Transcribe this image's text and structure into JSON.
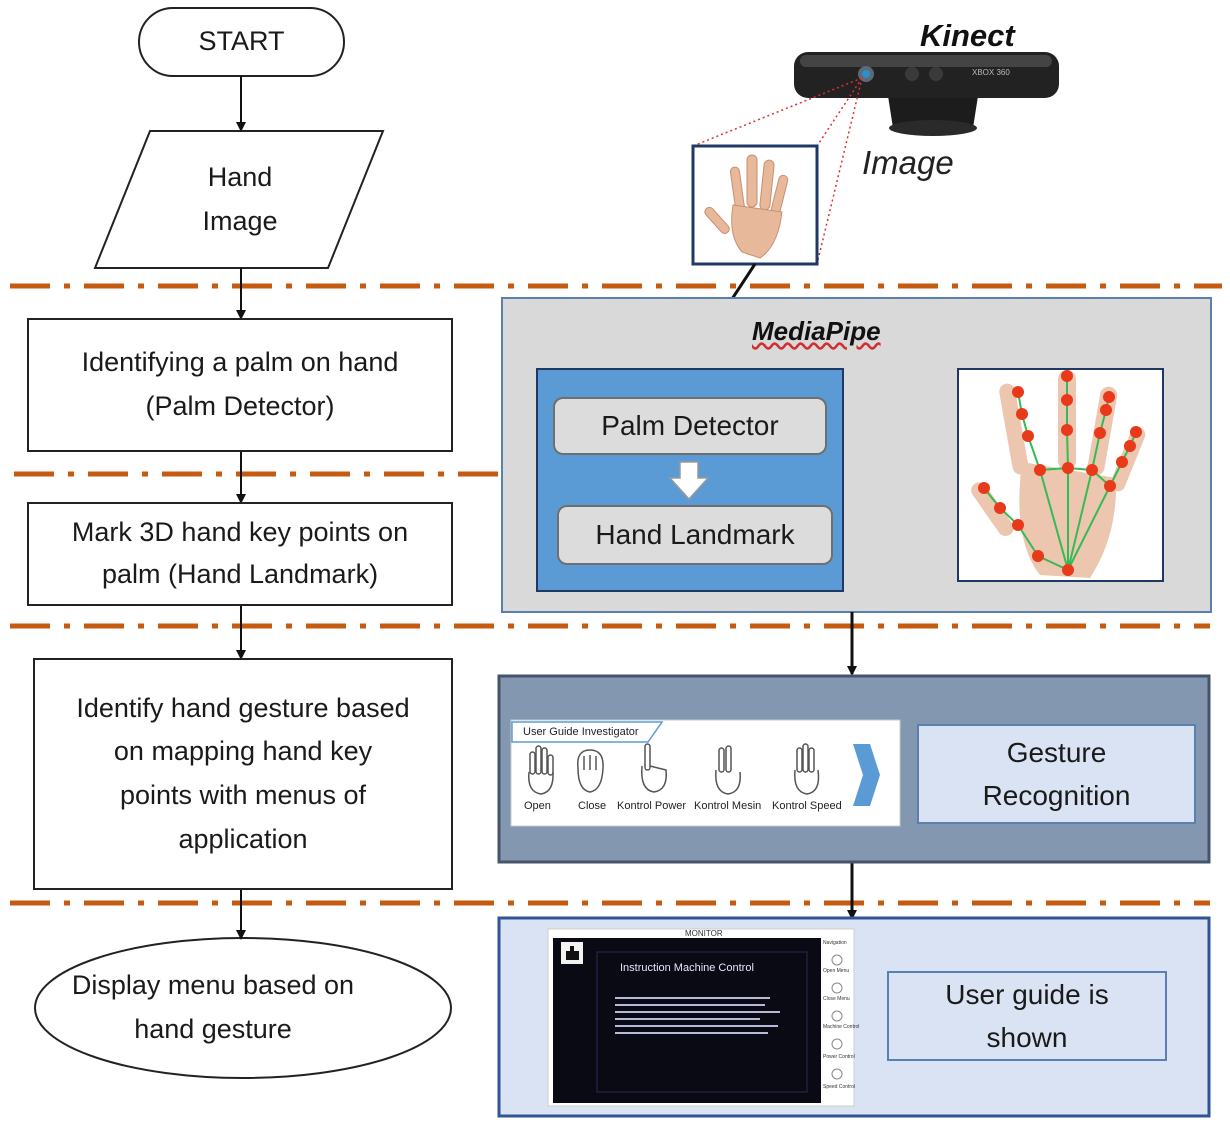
{
  "flowchart": {
    "start": "START",
    "hand_image": [
      "Hand",
      "Image"
    ],
    "palm_step": [
      "Identifying a palm on hand",
      "(Palm Detector)"
    ],
    "landmark_step": [
      "Mark 3D hand key points on",
      "palm (Hand Landmark)"
    ],
    "gesture_step": [
      "Identify hand gesture based",
      "on mapping hand key",
      "points with menus of",
      "application"
    ],
    "display_step": [
      "Display menu based on",
      "hand gesture"
    ]
  },
  "illustration": {
    "kinect_label": "Kinect",
    "image_label": "Image",
    "kinect_brand": "XBOX 360",
    "mediapipe_label": "MediaPipe",
    "palm_detector": "Palm Detector",
    "hand_landmark": "Hand Landmark",
    "gesture_recognition": [
      "Gesture",
      "Recognition"
    ],
    "user_guide_shown": [
      "User guide is",
      "shown"
    ]
  },
  "user_guide_panel": {
    "title": "User Guide Investigator",
    "items": [
      "Open",
      "Close",
      "Kontrol Power",
      "Kontrol Mesin",
      "Kontrol Speed"
    ]
  },
  "monitor": {
    "header": "MONITOR",
    "title": "Instruction Machine Control",
    "sidebar_header": "Navigation",
    "sidebar_items": [
      "Open Menu",
      "Close Menu",
      "Machine Control",
      "Power Control",
      "Speed Control"
    ]
  },
  "colors": {
    "divider": "#c55a11",
    "mediapipe_bg": "#d9d9d9",
    "inner_blue": "#5b9bd5",
    "gesture_bg": "#8497b0",
    "user_guide_bg": "#dae3f3",
    "landmark_dot": "#e8391a",
    "landmark_line": "#33bb55"
  }
}
